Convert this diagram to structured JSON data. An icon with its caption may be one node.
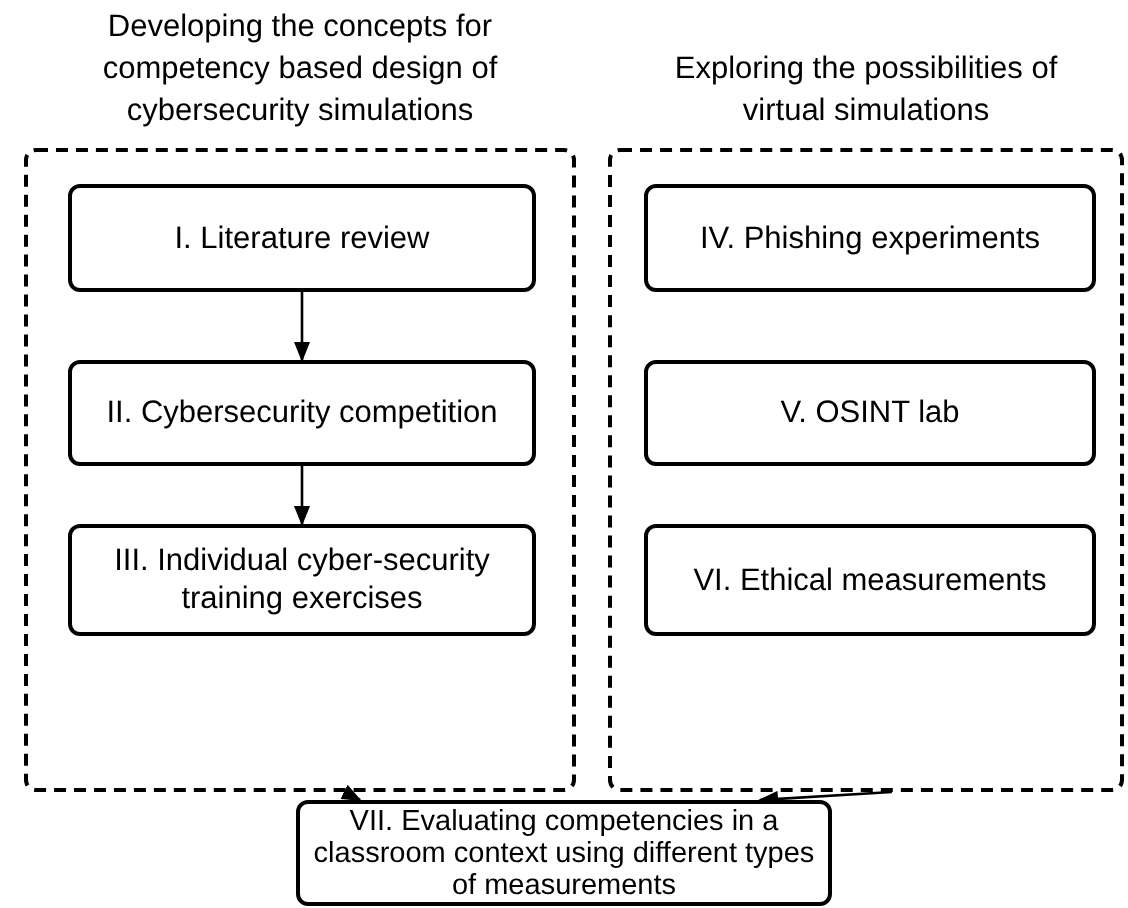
{
  "diagram": {
    "nodes": [
      {
        "text": [
          "Developing the concepts for competency based design of cybersecurity simulations"
        ]
      },
      {
        "text": [
          "I. Literature review"
        ],
        "in": 0
      },
      {
        "text": [
          "II. Cybersecurity competition"
        ],
        "in": 0
      },
      {
        "text": [
          "III. Individual cyber-security training exercises"
        ],
        "in": 0
      },
      {
        "text": [
          "Exploring the possibilities of virtual simulations"
        ]
      },
      {
        "text": [
          "IV. Phishing experiments"
        ],
        "in": 4
      },
      {
        "text": [
          "V. OSINT lab"
        ],
        "in": 4
      },
      {
        "text": [
          "VI. Ethical measurements"
        ],
        "in": 4
      },
      {
        "text": [
          "VII. Evaluating competencies in a classroom context using different types of measurements"
        ]
      }
    ],
    "edges": [
      {
        "from": 1,
        "to": 2,
        "arrow": "to"
      },
      {
        "from": 2,
        "to": 3,
        "arrow": "to"
      },
      {
        "from": 0,
        "to": 8,
        "arrow": "to"
      },
      {
        "from": 4,
        "to": 8,
        "arrow": "to"
      }
    ]
  }
}
